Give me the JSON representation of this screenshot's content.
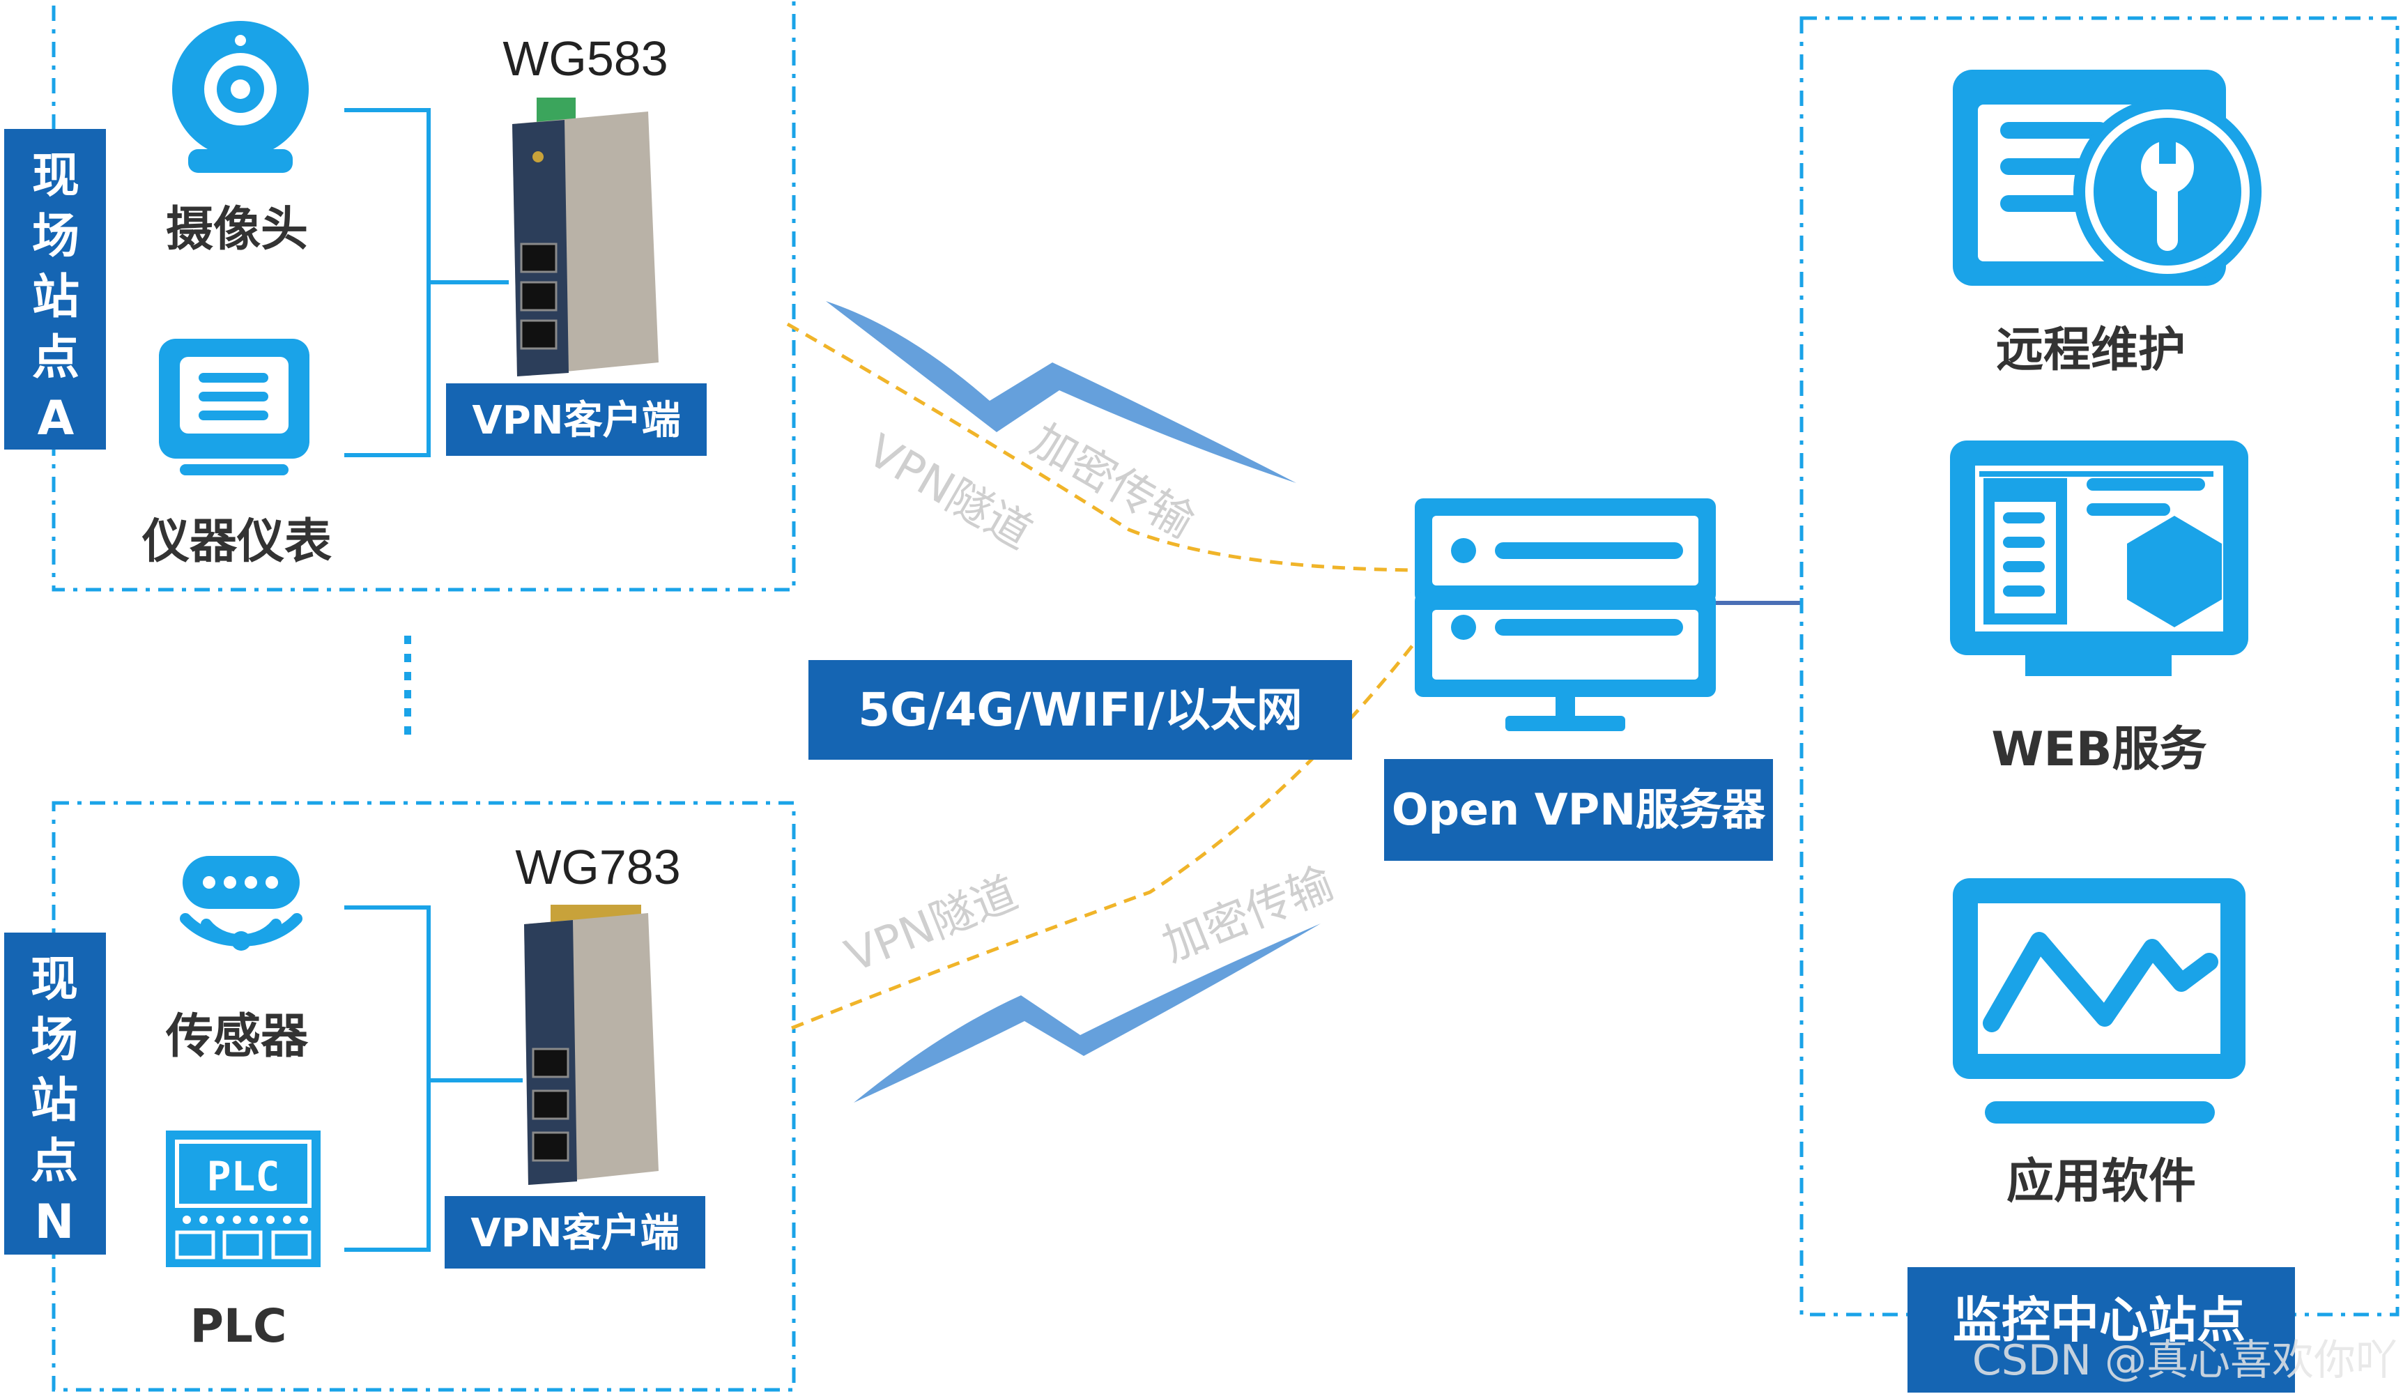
{
  "colors": {
    "accent": "#1aa3e8",
    "banner": "#1565b3",
    "dashed_border": "#1aa3e8",
    "tunnel_line": "#f0b429",
    "text": "#333333"
  },
  "site_a": {
    "vertical_label": [
      "现",
      "场",
      "站",
      "点",
      "A"
    ],
    "device_model": "WG583",
    "client_label": "VPN客户端",
    "devices": [
      {
        "label": "摄像头",
        "icon": "camera-icon"
      },
      {
        "label": "仪器仪表",
        "icon": "meter-icon"
      }
    ]
  },
  "site_n": {
    "vertical_label": [
      "现",
      "场",
      "站",
      "点",
      "N"
    ],
    "device_model": "WG783",
    "client_label": "VPN客户端",
    "devices": [
      {
        "label": "传感器",
        "icon": "sensor-icon"
      },
      {
        "label": "PLC",
        "icon": "plc-icon",
        "icon_text": "PLC"
      }
    ]
  },
  "tunnels": {
    "upper": {
      "tunnel_label": "VPN隧道",
      "encrypt_label": "加密传输"
    },
    "lower": {
      "tunnel_label": "VPN隧道",
      "encrypt_label": "加密传输"
    }
  },
  "network_label": "5G/4G/WIFI/以太网",
  "server": {
    "label": "Open VPN服务器",
    "icon": "server-icon"
  },
  "monitoring": {
    "title": "监控中心站点",
    "services": [
      {
        "label": "远程维护",
        "icon": "remote-maintenance-icon"
      },
      {
        "label": "WEB服务",
        "icon": "web-service-icon"
      },
      {
        "label": "应用软件",
        "icon": "application-software-icon"
      }
    ]
  },
  "watermark": "CSDN @真心喜欢你吖"
}
